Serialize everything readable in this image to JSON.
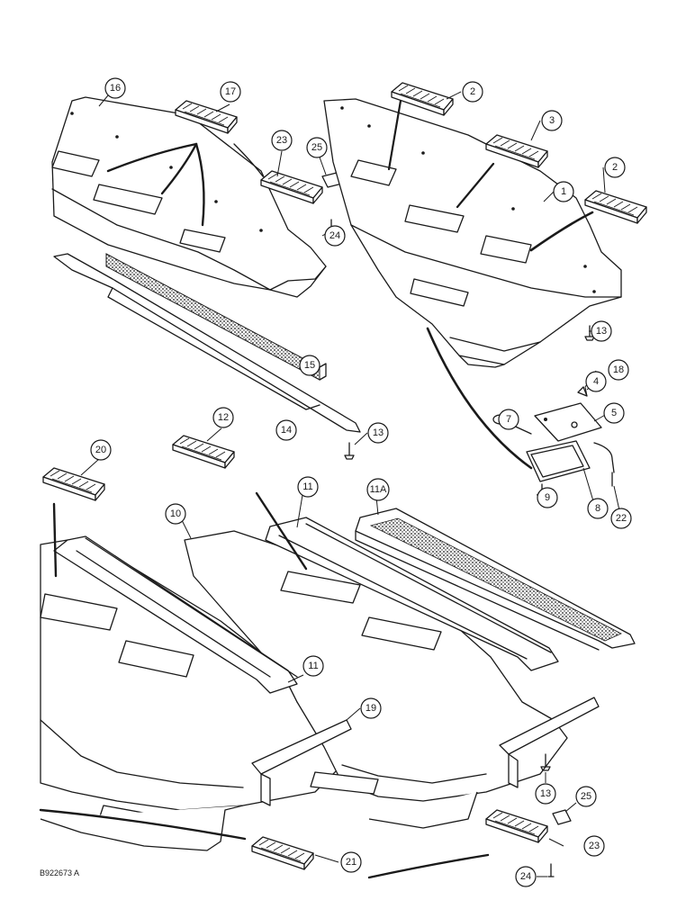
{
  "callouts": [
    "1",
    "2",
    "2",
    "3",
    "4",
    "5",
    "7",
    "8",
    "9",
    "10",
    "11",
    "11",
    "11A",
    "12",
    "13",
    "13",
    "13",
    "14",
    "15",
    "16",
    "17",
    "18",
    "19",
    "20",
    "21",
    "22",
    "23",
    "23",
    "24",
    "24",
    "25",
    "25"
  ],
  "reference": "B922673 A"
}
